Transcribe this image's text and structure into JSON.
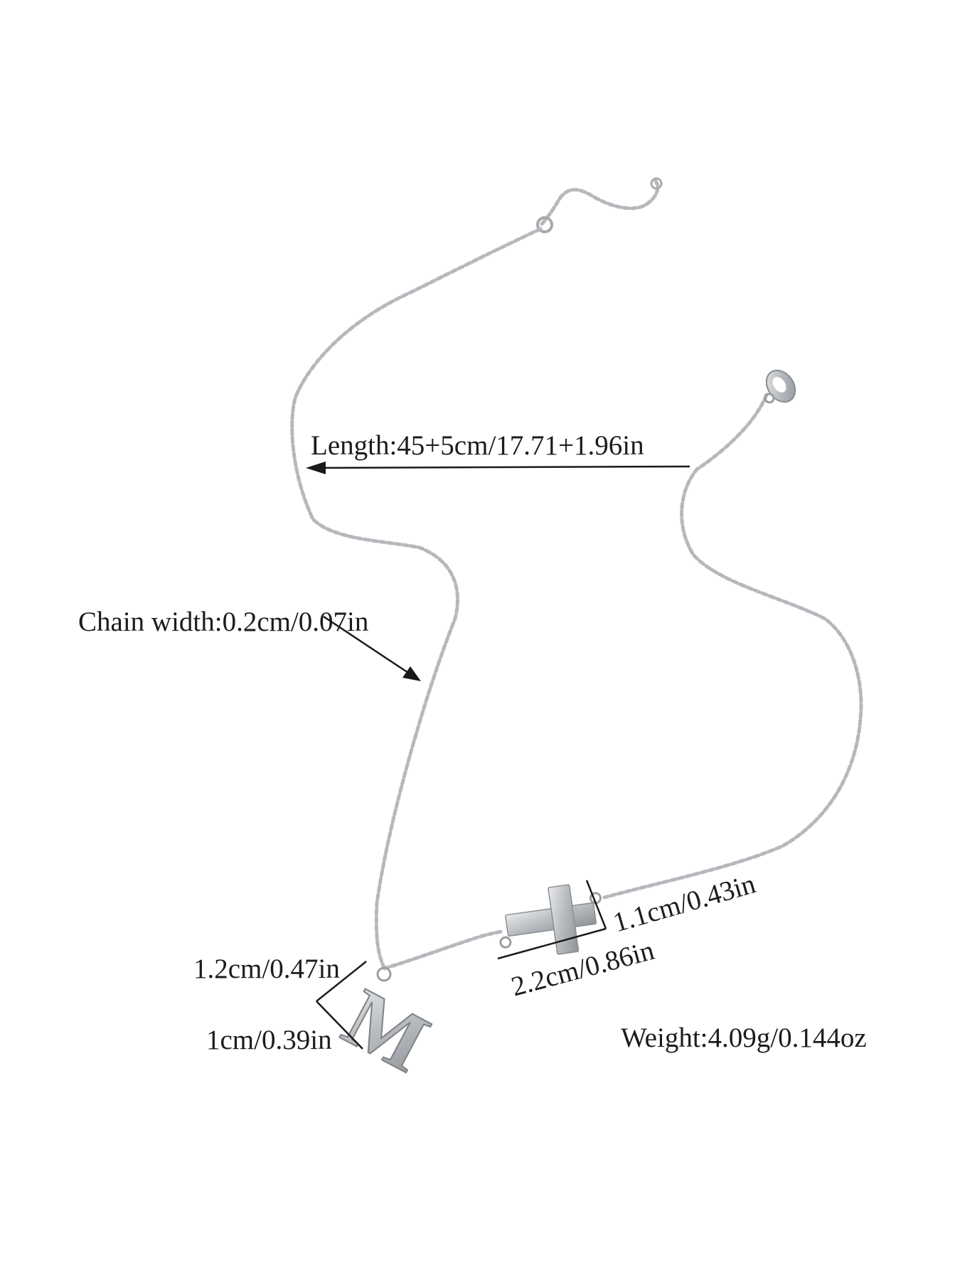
{
  "background": "#ffffff",
  "metal_color": "#b9bcc0",
  "line_color": "#1a1a1a",
  "text_color": "#1c1c1c",
  "pendant_letter": "M",
  "annotations": {
    "length": "Length:45+5cm/17.71+1.96in",
    "chain_width": "Chain width:0.2cm/0.07in",
    "cross_height": "1.1cm/0.43in",
    "cross_width": "2.2cm/0.86in",
    "letter_height": "1.2cm/0.47in",
    "letter_width": "1cm/0.39in",
    "weight": "Weight:4.09g/0.144oz"
  }
}
